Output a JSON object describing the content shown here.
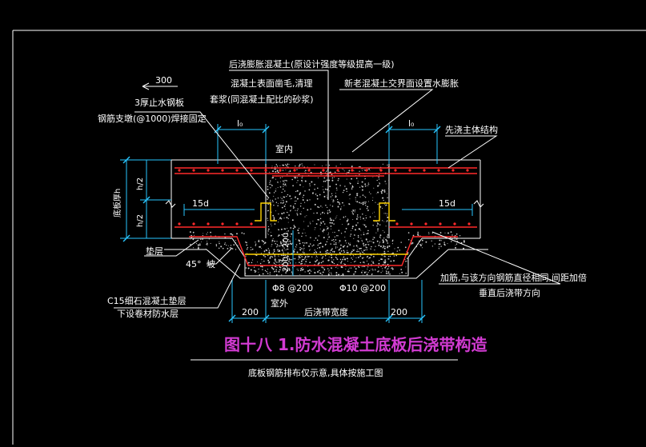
{
  "colors": {
    "background": "#000000",
    "rebar": "#ff2a2a",
    "outline": "#ffffff",
    "dimension": "#29c6ff",
    "waterstop": "#ffd400",
    "title": "#d23bd2",
    "leader": "#ffffff"
  },
  "labels": {
    "expansive_concrete": "后浇膨胀混凝土(原设计强度等级提高一级)",
    "surface_chisel": "混凝土表面凿毛,清理",
    "apply_mortar": "套浆(同混凝土配比的砂浆)",
    "waterstop_strip": "新老混凝土交界面设置水膨胀",
    "arrow_300": "300",
    "steel_waterstop": "3厚止水钢板",
    "rebar_support": "钢筋支墩(@1000)焊接固定",
    "lap_length_left": "l₀",
    "lap_length_right": "l₀",
    "first_pour": "先浇主体结构",
    "indoor": "室内",
    "slab_thickness": "底板厚h",
    "half_h_top": "h/2",
    "half_h_bottom": "h/2",
    "dim_15d_left": "15d",
    "dim_15d_right": "15d",
    "dim_200_vertical_top": "200",
    "dim_200_vertical_bottom": "200",
    "cushion": "垫层",
    "slope": "45°",
    "slope_suffix": "坡",
    "added_rebar_1": "加筋,与该方向钢筋直径相同,间距加倍",
    "added_rebar_2": "垂直后浇带方向",
    "c15_layer": "C15细石混凝土垫层",
    "waterproof_layer": "下设卷材防水层",
    "phi8": "Φ8 @200",
    "phi10": "Φ10 @200",
    "outdoor": "室外",
    "dim_200_left": "200",
    "band_width": "后浇带宽度",
    "dim_200_right": "200"
  },
  "title": "图十八 1.防水混凝土底板后浇带构造",
  "caption": "底板钢筋排布仅示意,具体按施工图"
}
